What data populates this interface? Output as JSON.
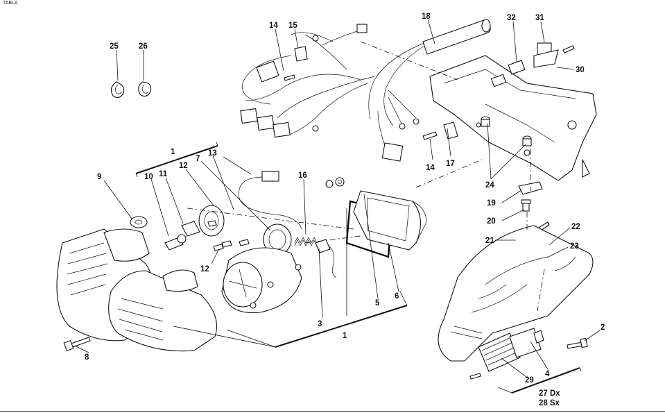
{
  "page_label": "TABLA",
  "callouts": [
    {
      "id": "25",
      "text": "25"
    },
    {
      "id": "26",
      "text": "26"
    },
    {
      "id": "14a",
      "text": "14"
    },
    {
      "id": "15",
      "text": "15"
    },
    {
      "id": "18",
      "text": "18"
    },
    {
      "id": "32",
      "text": "32"
    },
    {
      "id": "31",
      "text": "31"
    },
    {
      "id": "30",
      "text": "30"
    },
    {
      "id": "1a",
      "text": "1"
    },
    {
      "id": "13",
      "text": "13"
    },
    {
      "id": "12a",
      "text": "12"
    },
    {
      "id": "7",
      "text": "7"
    },
    {
      "id": "11",
      "text": "11"
    },
    {
      "id": "10",
      "text": "10"
    },
    {
      "id": "9",
      "text": "9"
    },
    {
      "id": "16",
      "text": "16"
    },
    {
      "id": "14b",
      "text": "14"
    },
    {
      "id": "17",
      "text": "17"
    },
    {
      "id": "24",
      "text": "24"
    },
    {
      "id": "19",
      "text": "19"
    },
    {
      "id": "20",
      "text": "20"
    },
    {
      "id": "22",
      "text": "22"
    },
    {
      "id": "21",
      "text": "21"
    },
    {
      "id": "23",
      "text": "23"
    },
    {
      "id": "12b",
      "text": "12"
    },
    {
      "id": "3",
      "text": "3"
    },
    {
      "id": "5",
      "text": "5"
    },
    {
      "id": "6",
      "text": "6"
    },
    {
      "id": "1b",
      "text": "1"
    },
    {
      "id": "8",
      "text": "8"
    },
    {
      "id": "2",
      "text": "2"
    },
    {
      "id": "4",
      "text": "4"
    },
    {
      "id": "29",
      "text": "29"
    },
    {
      "id": "27",
      "text": "27 Dx"
    },
    {
      "id": "28",
      "text": "28 Sx"
    }
  ]
}
